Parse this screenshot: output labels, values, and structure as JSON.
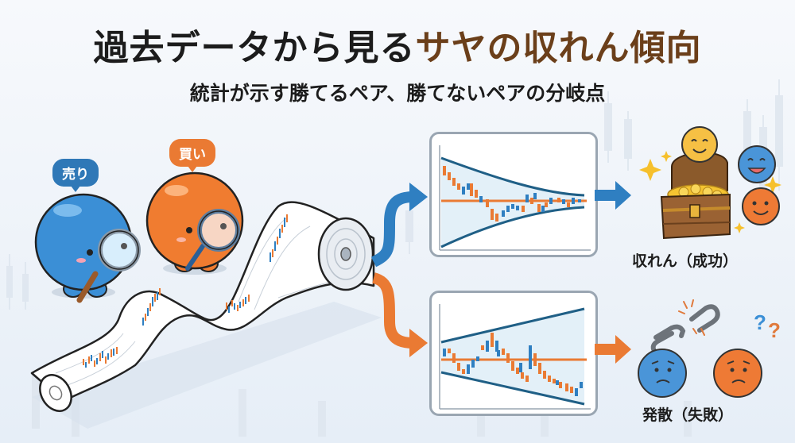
{
  "header": {
    "title_prefix": "過去データから見る",
    "title_accent": "サヤの収れん傾向",
    "subtitle": "統計が示す勝てるペア、勝てないペアの分岐点"
  },
  "characters": [
    {
      "name": "sell-character",
      "bubble": "売り",
      "color": "#3b8fd6"
    },
    {
      "name": "buy-character",
      "bubble": "買い",
      "color": "#f07c30"
    }
  ],
  "outcomes": {
    "success": {
      "label": "収れん（成功）",
      "arrow_color": "#2f7fc1"
    },
    "fail": {
      "label": "発散（失敗）",
      "arrow_color": "#ea7a33"
    }
  },
  "colors": {
    "blue": "#2f7fc1",
    "orange": "#ea7a33",
    "band": "#1f5f86",
    "title_accent": "#6b3f1a"
  }
}
